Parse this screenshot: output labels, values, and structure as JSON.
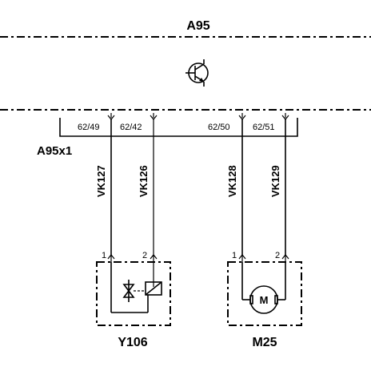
{
  "diagram": {
    "control_unit": "A95",
    "connector": "A95x1",
    "pins": [
      "62/49",
      "62/42",
      "62/50",
      "62/51"
    ],
    "wires": [
      "VK127",
      "VK126",
      "VK128",
      "VK129"
    ],
    "component_pins": [
      "1",
      "2",
      "1",
      "2"
    ],
    "components": {
      "valve": "Y106",
      "motor": "M25",
      "motor_symbol": "M"
    }
  }
}
